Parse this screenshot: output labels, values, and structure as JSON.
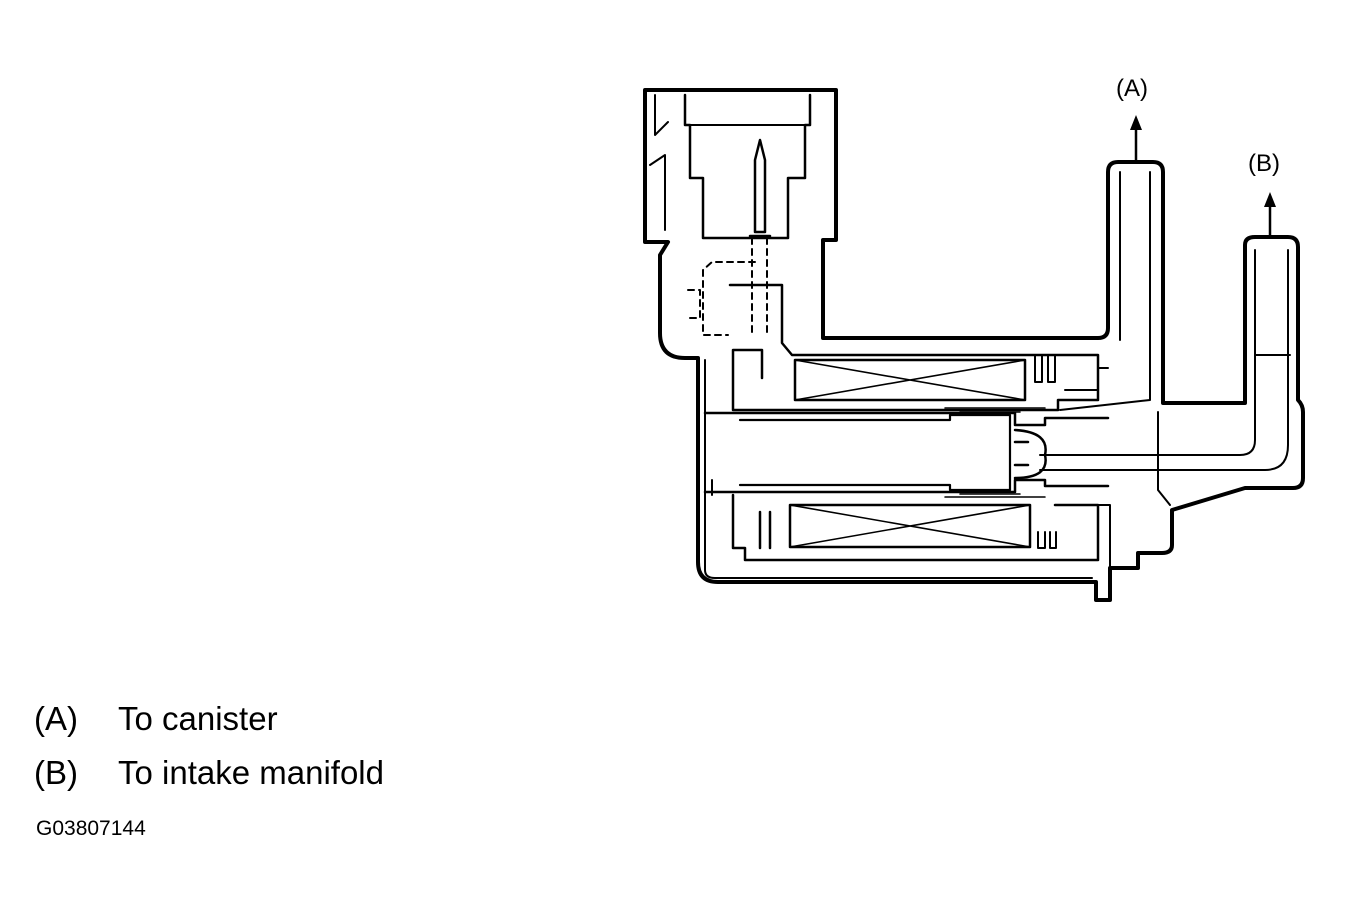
{
  "callouts": {
    "a": "(A)",
    "b": "(B)"
  },
  "legend": [
    {
      "key": "(A)",
      "text": "To canister"
    },
    {
      "key": "(B)",
      "text": "To intake manifold"
    }
  ],
  "figure_code": "G03807144",
  "colors": {
    "line": "#000000",
    "background": "#ffffff"
  }
}
